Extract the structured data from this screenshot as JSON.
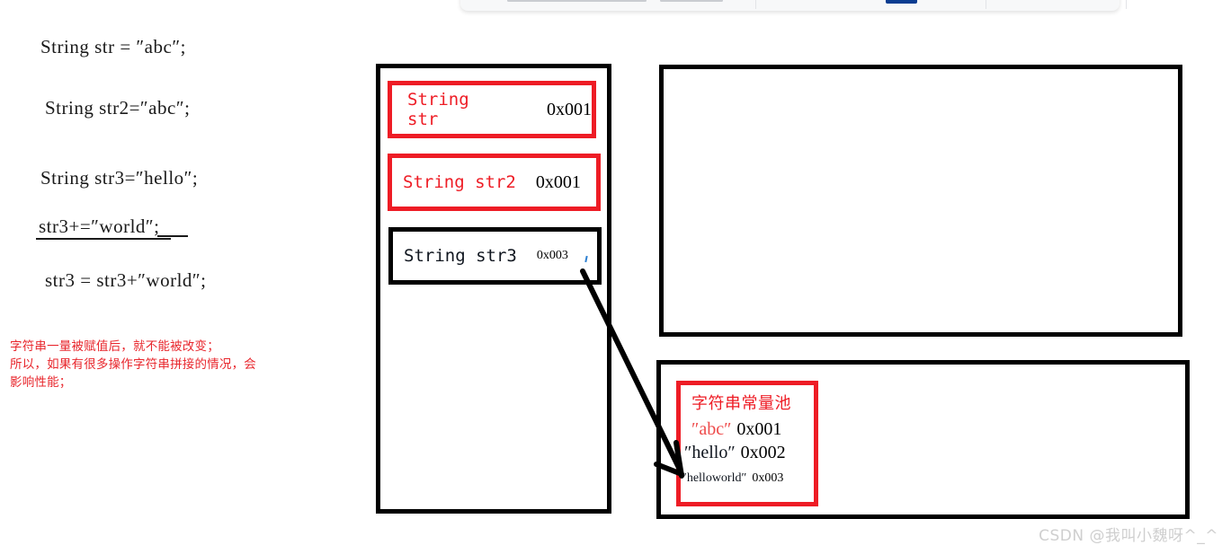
{
  "top_panel": {
    "accent_color": "#0b3d91",
    "bar_color": "#c9ccd1",
    "background": "#f7f8f9"
  },
  "code": {
    "lines": [
      "String str = ″abc″;",
      "String str2=″abc″;",
      "String str3=″hello″;",
      "str3+=″world″;",
      "str3 = str3+″world″;"
    ]
  },
  "note": {
    "color": "#e8262c",
    "lines": [
      "字符串一量被赋值后，就不能被改变；",
      "所以，如果有很多操作字符串拼接的情况，会",
      "影响性能；"
    ]
  },
  "stack": {
    "border_color": "#000000",
    "variables": [
      {
        "name": "String str",
        "address": "0x001",
        "highlight_color": "#ee1c25",
        "text_color": "#ee1c25"
      },
      {
        "name": "String str2",
        "address": "0x001",
        "highlight_color": "#ee1c25",
        "text_color": "#ee1c25"
      },
      {
        "name": "String str3",
        "address": "0x003",
        "highlight_color": "#000000",
        "text_color": "#10161f"
      }
    ]
  },
  "heap": {
    "border_color": "#000000",
    "content": ""
  },
  "method_area": {
    "border_color": "#000000"
  },
  "pool": {
    "title": "字符串常量池",
    "title_color": "#ee1c25",
    "border_color": "#ee1c25",
    "entries": [
      {
        "literal": "″abc″",
        "address": "0x001",
        "color": "#ee4b4b"
      },
      {
        "literal": "″hello″",
        "address": "0x002",
        "color": "#10161f"
      },
      {
        "literal": "″helloworld″",
        "address": "0x003",
        "color": "#10161f"
      }
    ]
  },
  "arrow": {
    "color": "#000000",
    "from": "String str3 0x003",
    "to": "″helloworld″ 0x003"
  },
  "watermark": {
    "text": "CSDN @我叫小魏呀^_^",
    "color": "#cfcfcf"
  }
}
